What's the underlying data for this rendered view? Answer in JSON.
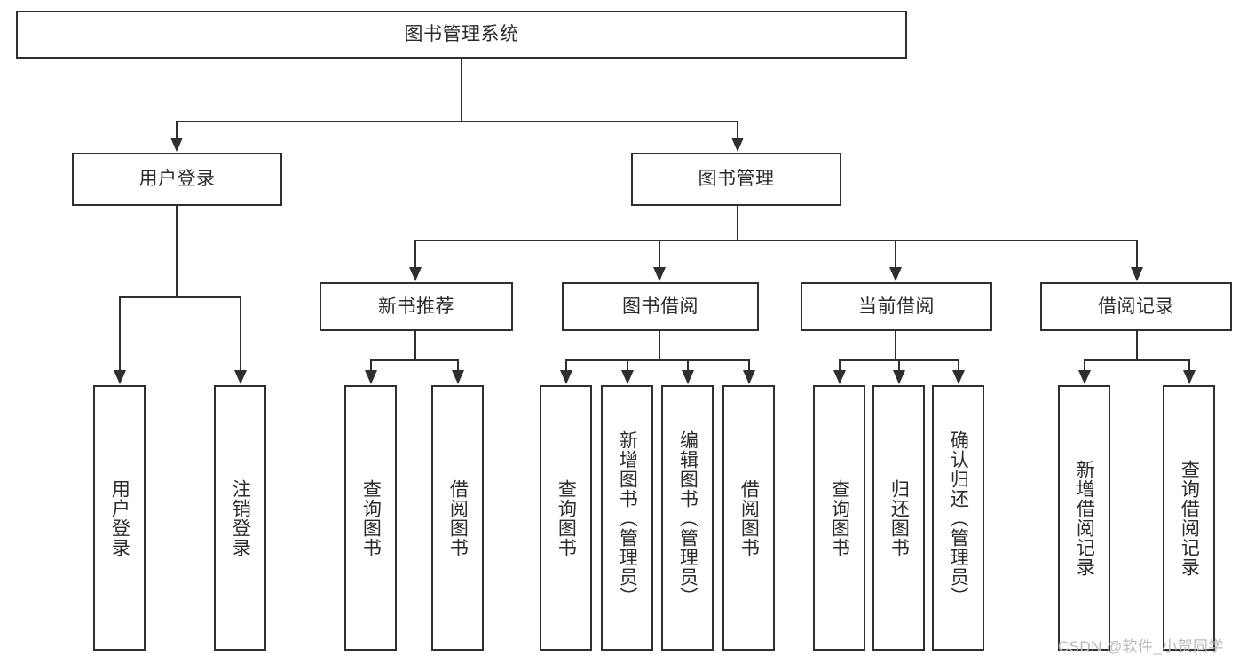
{
  "diagram": {
    "type": "tree-hierarchy-diagram",
    "title": "图书管理系统",
    "root": {
      "label": "图书管理系统",
      "orientation": "horizontal"
    },
    "level1": [
      {
        "label": "用户登录",
        "orientation": "horizontal"
      },
      {
        "label": "图书管理",
        "orientation": "horizontal"
      }
    ],
    "level2": [
      {
        "label": "新书推荐",
        "orientation": "horizontal",
        "parent": "图书管理"
      },
      {
        "label": "图书借阅",
        "orientation": "horizontal",
        "parent": "图书管理"
      },
      {
        "label": "当前借阅",
        "orientation": "horizontal",
        "parent": "图书管理"
      },
      {
        "label": "借阅记录",
        "orientation": "horizontal",
        "parent": "图书管理"
      }
    ],
    "leaves": {
      "user_login": [
        {
          "label": "用户登录",
          "orientation": "vertical"
        },
        {
          "label": "注销登录",
          "orientation": "vertical"
        }
      ],
      "new_book_recommend": [
        {
          "label": "查询图书",
          "orientation": "vertical"
        },
        {
          "label": "借阅图书",
          "orientation": "vertical"
        }
      ],
      "book_borrow": [
        {
          "label": "查询图书",
          "orientation": "vertical"
        },
        {
          "label": "新增图书（管理员）",
          "orientation": "vertical"
        },
        {
          "label": "编辑图书（管理员）",
          "orientation": "vertical"
        },
        {
          "label": "借阅图书",
          "orientation": "vertical"
        }
      ],
      "current_borrow": [
        {
          "label": "查询图书",
          "orientation": "vertical"
        },
        {
          "label": "归还图书",
          "orientation": "vertical"
        },
        {
          "label": "确认归还（管理员）",
          "orientation": "vertical"
        }
      ],
      "borrow_record": [
        {
          "label": "新增借阅记录",
          "orientation": "vertical"
        },
        {
          "label": "查询借阅记录",
          "orientation": "vertical"
        }
      ]
    },
    "colors": {
      "stroke": "#2f2f2f",
      "text": "#2b2b2b",
      "background": "#ffffff",
      "watermark": "#b9b9b9"
    }
  },
  "watermark": {
    "text": "CSDN @软件_小贺同学"
  }
}
